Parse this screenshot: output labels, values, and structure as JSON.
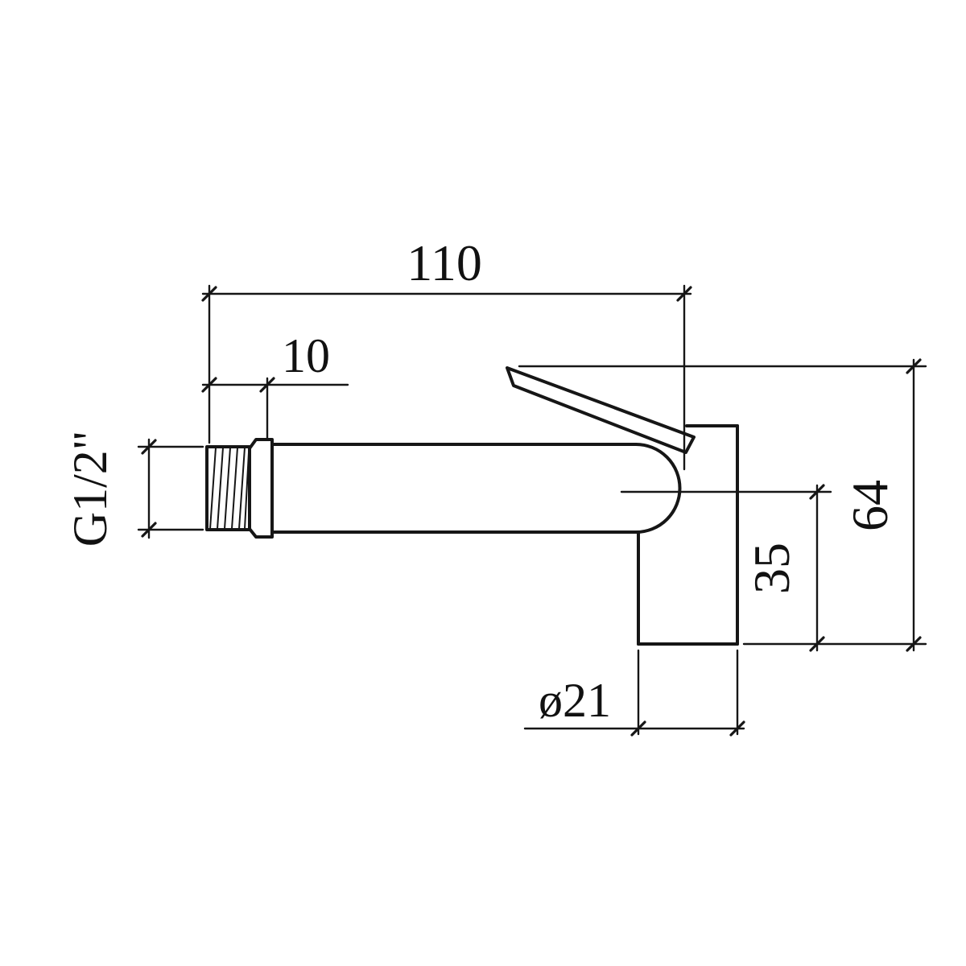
{
  "drawing": {
    "dimensions": {
      "overall_length": "110",
      "thread_length": "10",
      "thread_size": "G1/2\"",
      "overall_height": "64",
      "lower_body_height": "35",
      "body_diameter": "ø21"
    }
  }
}
